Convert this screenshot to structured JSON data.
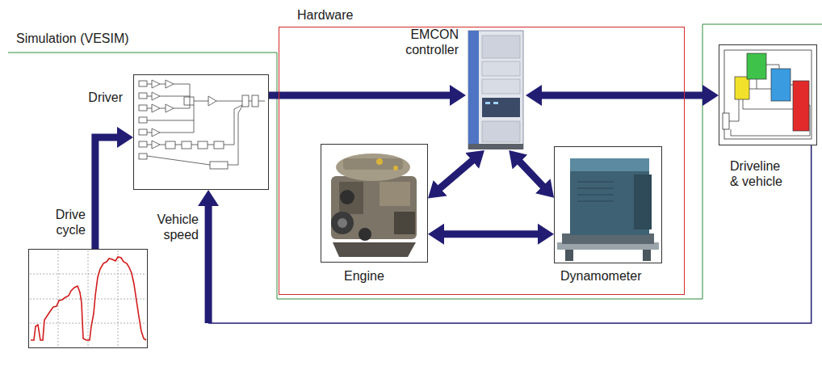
{
  "diagram": {
    "nodes": [
      {
        "text": [
          "Driver"
        ]
      },
      {
        "text": [
          "Hardware"
        ]
      },
      {
        "text": [
          "EMCON controller"
        ],
        "in": 1
      },
      {
        "text": [
          "Engine"
        ],
        "in": 1
      },
      {
        "text": [
          "Dynamometer"
        ],
        "in": 1
      },
      {
        "text": [
          "Driveline & vehicle"
        ]
      },
      {
        "text": [
          "Drive cycle"
        ]
      }
    ],
    "edges": [
      {
        "from": 0,
        "to": 2,
        "arrow": "to"
      },
      {
        "from": 2,
        "to": 5,
        "arrow": "both"
      },
      {
        "from": 2,
        "to": 3,
        "arrow": "both"
      },
      {
        "from": 2,
        "to": 4,
        "arrow": "both"
      },
      {
        "from": 3,
        "to": 4,
        "arrow": "both"
      },
      {
        "from": 6,
        "to": 0,
        "arrow": "to"
      },
      {
        "from": 5,
        "to": 0,
        "label": "Vehicle speed",
        "arrow": "to"
      }
    ],
    "labels": [
      "Simulation (VESIM)"
    ]
  }
}
